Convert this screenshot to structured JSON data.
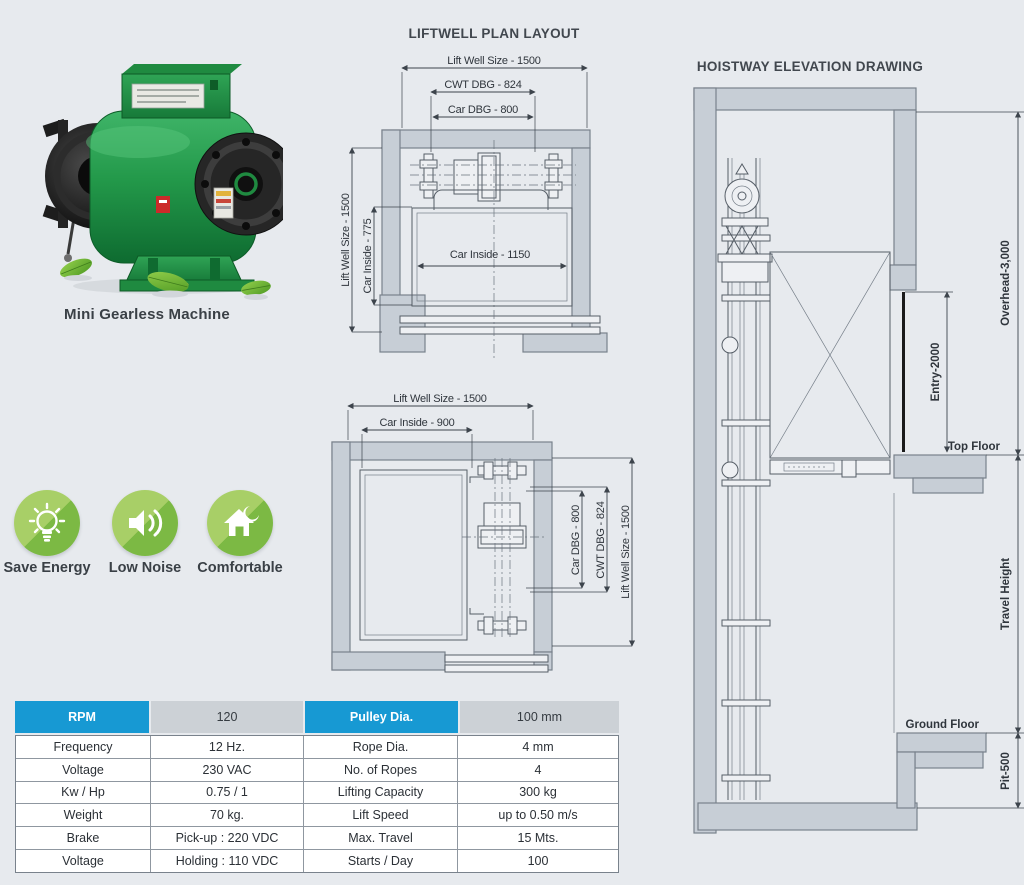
{
  "colors": {
    "page_bg": "#e7eaee",
    "accent_blue": "#1799d3",
    "header_gray": "#ccd1d6",
    "wall_fill": "#c7ced6",
    "wall_stroke": "#79828c",
    "icon_green_light": "#a8cf67",
    "icon_green_dark": "#7cb944",
    "machine_green": "#2aa14e"
  },
  "machine": {
    "caption": "Mini Gearless Machine"
  },
  "features": [
    {
      "icon": "bulb-icon",
      "label": "Save Energy"
    },
    {
      "icon": "speaker-icon",
      "label": "Low Noise"
    },
    {
      "icon": "house-icon",
      "label": "Comfortable"
    }
  ],
  "plan_layout": {
    "title": "LIFTWELL PLAN LAYOUT",
    "plan1": {
      "dim_lift_well_top": "Lift Well Size - 1500",
      "dim_cwt_dbg": "CWT DBG - 824",
      "dim_car_dbg": "Car DBG - 800",
      "dim_lift_well_left": "Lift Well Size - 1500",
      "dim_car_inside_left": "Car Inside - 775",
      "dim_car_inside": "Car Inside - 1150"
    },
    "plan2": {
      "dim_lift_well_top": "Lift Well Size - 1500",
      "dim_car_inside_top": "Car Inside - 900",
      "dim_car_dbg": "Car DBG - 800",
      "dim_cwt_dbg": "CWT DBG - 824",
      "dim_lift_well_right": "Lift Well Size - 1500"
    }
  },
  "elevation": {
    "title": "HOISTWAY ELEVATION DRAWING",
    "dim_overhead": "Overhead-3,000",
    "dim_entry": "Entry-2000",
    "label_top_floor": "Top Floor",
    "dim_travel_height": "Travel Height",
    "label_ground_floor": "Ground Floor",
    "dim_pit": "Pit-500"
  },
  "spec_table": {
    "header": {
      "c1": "RPM",
      "c2": "120",
      "c3": "Pulley Dia.",
      "c4": "100 mm"
    },
    "rows": [
      {
        "c1": "Frequency",
        "c2": "12 Hz.",
        "c3": "Rope Dia.",
        "c4": "4 mm"
      },
      {
        "c1": "Voltage",
        "c2": "230 VAC",
        "c3": "No. of Ropes",
        "c4": "4"
      },
      {
        "c1": "Kw / Hp",
        "c2": "0.75 / 1",
        "c3": "Lifting Capacity",
        "c4": "300 kg"
      },
      {
        "c1": "Weight",
        "c2": "70 kg.",
        "c3": "Lift Speed",
        "c4": "up to 0.50 m/s"
      },
      {
        "c1": "Brake",
        "c2": "Pick-up : 220 VDC",
        "c3": "Max. Travel",
        "c4": "15 Mts."
      },
      {
        "c1": "Voltage",
        "c2": "Holding : 110 VDC",
        "c3": "Starts / Day",
        "c4": "100"
      }
    ]
  }
}
